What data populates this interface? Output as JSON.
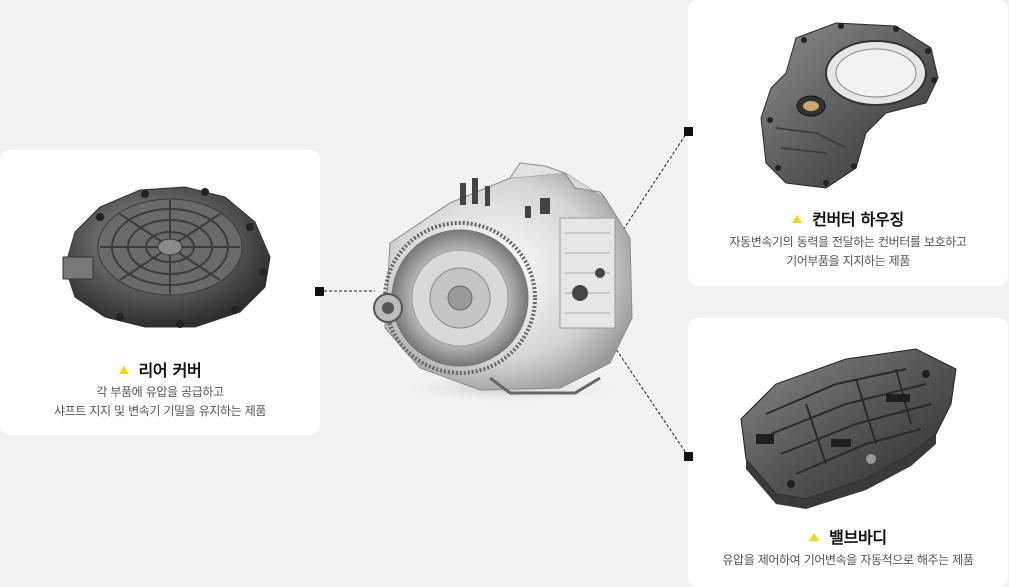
{
  "parts": {
    "rear_cover": {
      "title": "리어 커버",
      "desc_line1": "각 부품에 유압을 공급하고",
      "desc_line2": "샤프트 지지 및 변속기 기밀을 유지하는 제품"
    },
    "converter_housing": {
      "title": "컨버터 하우징",
      "desc_line1": "자동변속기의 동력을 전달하는 컨버터를 보호하고",
      "desc_line2": "기어부품을 지지하는 제품"
    },
    "valve_body": {
      "title": "밸브바디",
      "desc_line1": "유압을 제어하여 기어변속을 자동적으로 해주는 제품"
    }
  },
  "colors": {
    "background": "#f2f2f2",
    "card": "#ffffff",
    "accent_triangle": "#f5d800",
    "title": "#111111",
    "description": "#555555",
    "connector": "#111111"
  },
  "icons": {
    "bullet": "yellow-triangle-icon"
  }
}
